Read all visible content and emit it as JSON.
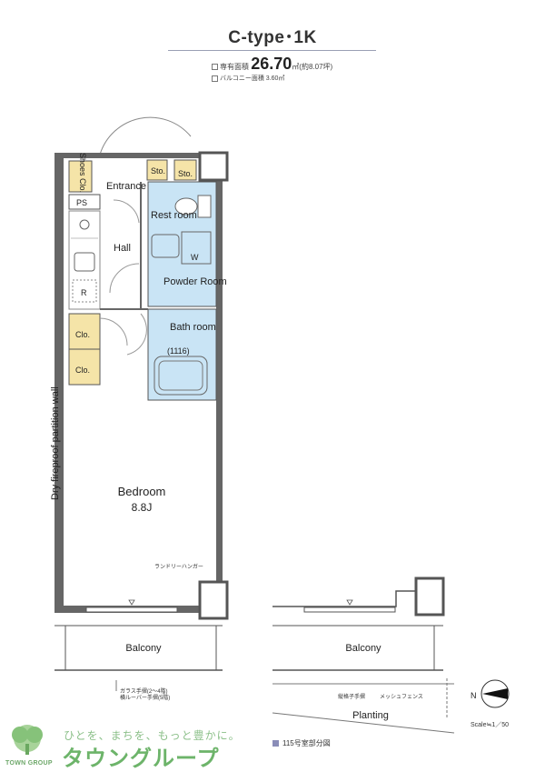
{
  "header": {
    "title": "C-type･1K",
    "area_label": "専有面積",
    "area_value": "26.70",
    "area_unit": "㎡",
    "area_tsubo": "(約8.07坪)",
    "balcony_area": "バルコニー面積 3.60㎡"
  },
  "rooms": {
    "shoes": "Shoes Clo.",
    "entrance": "Entrance",
    "sto1": "Sto.",
    "sto2": "Sto.",
    "ps": "PS",
    "rest": "Rest room",
    "hall": "Hall",
    "w": "W",
    "r": "R",
    "powder": "Powder Room",
    "bath": "Bath room",
    "bath_size": "(1116)",
    "clo1": "Clo.",
    "clo2": "Clo.",
    "bedroom": "Bedroom",
    "bedroom_size": "8.8J",
    "laundry": "ランドリーハンガー",
    "balcony_left": "Balcony",
    "balcony_right": "Balcony",
    "planting": "Planting",
    "partition": "Dry fireproof partition wall"
  },
  "notes": {
    "glass1": "ガラス手摺(2～4階)",
    "glass2": "横ルーバー手摺(5階)",
    "fence1": "縦格子手摺",
    "fence2": "メッシュフェンス",
    "north": "N",
    "scale": "Scale≒1／50"
  },
  "legend": {
    "label": "115号室部分図"
  },
  "brand": {
    "slogan": "ひとを、まちを、もっと豊かに。",
    "name": "タウングループ",
    "english": "TOWN GROUP"
  },
  "colors": {
    "wet_area": "#c9e4f5",
    "closet": "#f5e4a8",
    "wall": "#555555",
    "legend": "#8a8db8",
    "brand": "#6db46a"
  }
}
